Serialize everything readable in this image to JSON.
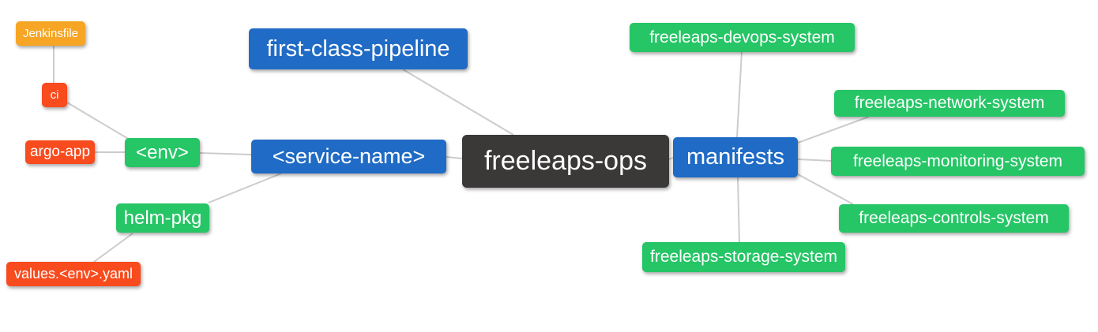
{
  "diagram": {
    "type": "mindmap",
    "root": "freeleaps-ops",
    "nodes": {
      "jenkinsfile": {
        "label": "Jenkinsfile",
        "color": "#F6A524"
      },
      "ci": {
        "label": "ci",
        "color": "#F84B1E"
      },
      "argo_app": {
        "label": "argo-app",
        "color": "#F84B1E"
      },
      "env": {
        "label": "<env>",
        "color": "#26C566"
      },
      "helm_pkg": {
        "label": "helm-pkg",
        "color": "#26C566"
      },
      "values_yaml": {
        "label": "values.<env>.yaml",
        "color": "#F84B1E"
      },
      "first_class_pipeline": {
        "label": "first-class-pipeline",
        "color": "#1F6BC5"
      },
      "service_name": {
        "label": "<service-name>",
        "color": "#1F6BC5"
      },
      "freeleaps_ops": {
        "label": "freeleaps-ops",
        "color": "#3B3838"
      },
      "manifests": {
        "label": "manifests",
        "color": "#1F6BC5"
      },
      "devops_system": {
        "label": "freeleaps-devops-system",
        "color": "#26C566"
      },
      "network_system": {
        "label": "freeleaps-network-system",
        "color": "#26C566"
      },
      "monitoring_system": {
        "label": "freeleaps-monitoring-system",
        "color": "#26C566"
      },
      "controls_system": {
        "label": "freeleaps-controls-system",
        "color": "#26C566"
      },
      "storage_system": {
        "label": "freeleaps-storage-system",
        "color": "#26C566"
      }
    },
    "edges": [
      [
        "jenkinsfile",
        "ci"
      ],
      [
        "ci",
        "env"
      ],
      [
        "argo_app",
        "env"
      ],
      [
        "env",
        "service_name"
      ],
      [
        "helm_pkg",
        "service_name"
      ],
      [
        "values_yaml",
        "helm_pkg"
      ],
      [
        "first_class_pipeline",
        "freeleaps_ops"
      ],
      [
        "service_name",
        "freeleaps_ops"
      ],
      [
        "freeleaps_ops",
        "manifests"
      ],
      [
        "manifests",
        "devops_system"
      ],
      [
        "manifests",
        "network_system"
      ],
      [
        "manifests",
        "monitoring_system"
      ],
      [
        "manifests",
        "controls_system"
      ],
      [
        "manifests",
        "storage_system"
      ]
    ],
    "palette": {
      "orange": "#F6A524",
      "red": "#F84B1E",
      "green": "#26C566",
      "blue": "#1F6BC5",
      "dark": "#3B3838",
      "edge_line": "#CCCCCC",
      "text": "#FFFFFF",
      "background": "#FFFFFF"
    }
  }
}
